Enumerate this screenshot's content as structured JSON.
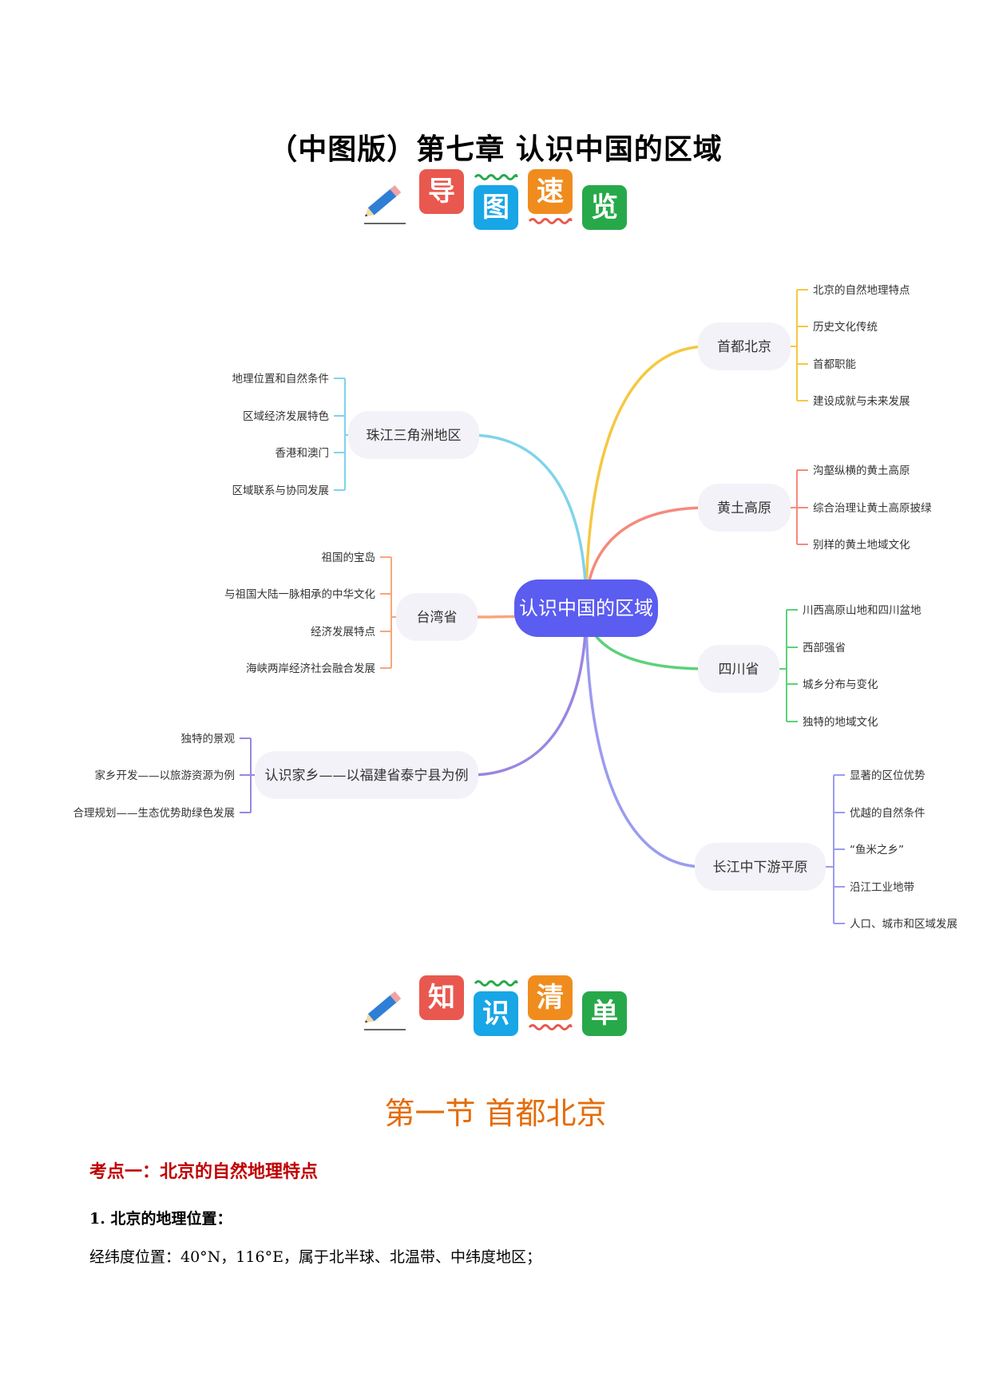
{
  "document": {
    "title": "（中图版）第七章  认识中国的区域"
  },
  "banner1": {
    "chars": [
      "导",
      "图",
      "速",
      "览"
    ],
    "colors": [
      "#e8584f",
      "#18a6e6",
      "#f08c1e",
      "#27a94a"
    ]
  },
  "banner2": {
    "chars": [
      "知",
      "识",
      "清",
      "单"
    ],
    "colors": [
      "#e8584f",
      "#18a6e6",
      "#f08c1e",
      "#27a94a"
    ]
  },
  "mindmap": {
    "center": {
      "label": "认识中国的区域",
      "color": "#5b5cf0"
    },
    "branches": [
      {
        "label": "首都北京",
        "color": "#f5c842",
        "children": [
          "北京的自然地理特点",
          "历史文化传统",
          "首都职能",
          "建设成就与未来发展"
        ]
      },
      {
        "label": "黄土高原",
        "color": "#f58a7c",
        "children": [
          "沟壑纵横的黄土高原",
          "综合治理让黄土高原披绿",
          "别样的黄土地域文化"
        ]
      },
      {
        "label": "四川省",
        "color": "#5dd17a",
        "children": [
          "川西高原山地和四川盆地",
          "西部强省",
          "城乡分布与变化",
          "独特的地域文化"
        ]
      },
      {
        "label": "长江中下游平原",
        "color": "#9b9bf0",
        "children": [
          "显著的区位优势",
          "优越的自然条件",
          "“鱼米之乡”",
          "沿江工业地带",
          "人口、城市和区域发展"
        ]
      },
      {
        "label": "珠江三角洲地区",
        "color": "#7fd4ea",
        "children": [
          "地理位置和自然条件",
          "区域经济发展特色",
          "香港和澳门",
          "区域联系与协同发展"
        ]
      },
      {
        "label": "台湾省",
        "color": "#f8a67a",
        "children": [
          "祖国的宝岛",
          "与祖国大陆一脉相承的中华文化",
          "经济发展特点",
          "海峡两岸经济社会融合发展"
        ]
      },
      {
        "label": "认识家乡——以福建省泰宁县为例",
        "color": "#9a86e0",
        "children": [
          "独特的景观",
          "家乡开发——以旅游资源为例",
          "合理规划——生态优势助绿色发展"
        ]
      }
    ]
  },
  "section": {
    "title": "第一节 首都北京",
    "kaodian": "考点一：北京的自然地理特点",
    "subheading": "1. 北京的地理位置：",
    "paragraph": "经纬度位置：40°N，116°E，属于北半球、北温带、中纬度地区；"
  }
}
